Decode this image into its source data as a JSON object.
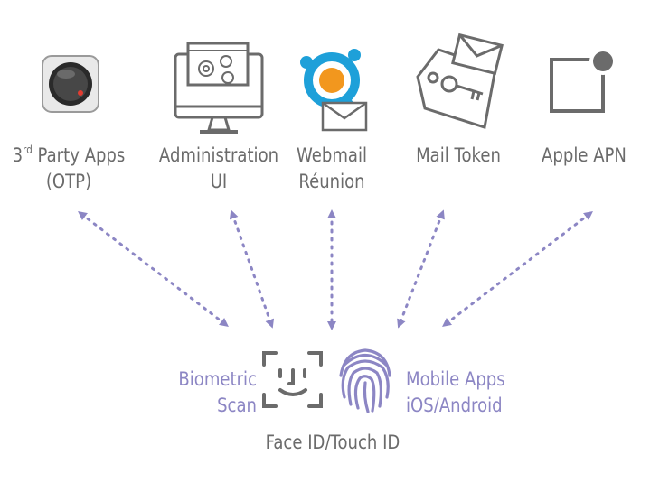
{
  "sources": [
    {
      "id": "third-party",
      "label_pre": "3",
      "label_sup": "rd",
      "label_post": " Party Apps",
      "label_line2": "(OTP)",
      "icon": "otp-token-icon"
    },
    {
      "id": "admin",
      "label_line1": "Administration",
      "label_line2": "UI",
      "icon": "monitor-gears-icon"
    },
    {
      "id": "webmail",
      "label_line1": "Webmail",
      "label_line2": "Réunion",
      "icon": "webmail-logo-icon"
    },
    {
      "id": "mailtoken",
      "label_line1": "Mail Token",
      "icon": "tag-key-envelope-icon"
    },
    {
      "id": "apn",
      "label_line1": "Apple APN",
      "icon": "notification-badge-icon"
    }
  ],
  "center": {
    "left_line1": "Biometric",
    "left_line2": "Scan",
    "right_line1": "Mobile Apps",
    "right_line2": "iOS/Android",
    "caption": "Face ID/Touch ID",
    "icons": [
      "face-id-icon",
      "fingerprint-icon"
    ]
  },
  "colors": {
    "gray": "#6b6b6b",
    "accent": "#8c86c4",
    "orange": "#f2971e",
    "blue": "#1ea0d9"
  }
}
